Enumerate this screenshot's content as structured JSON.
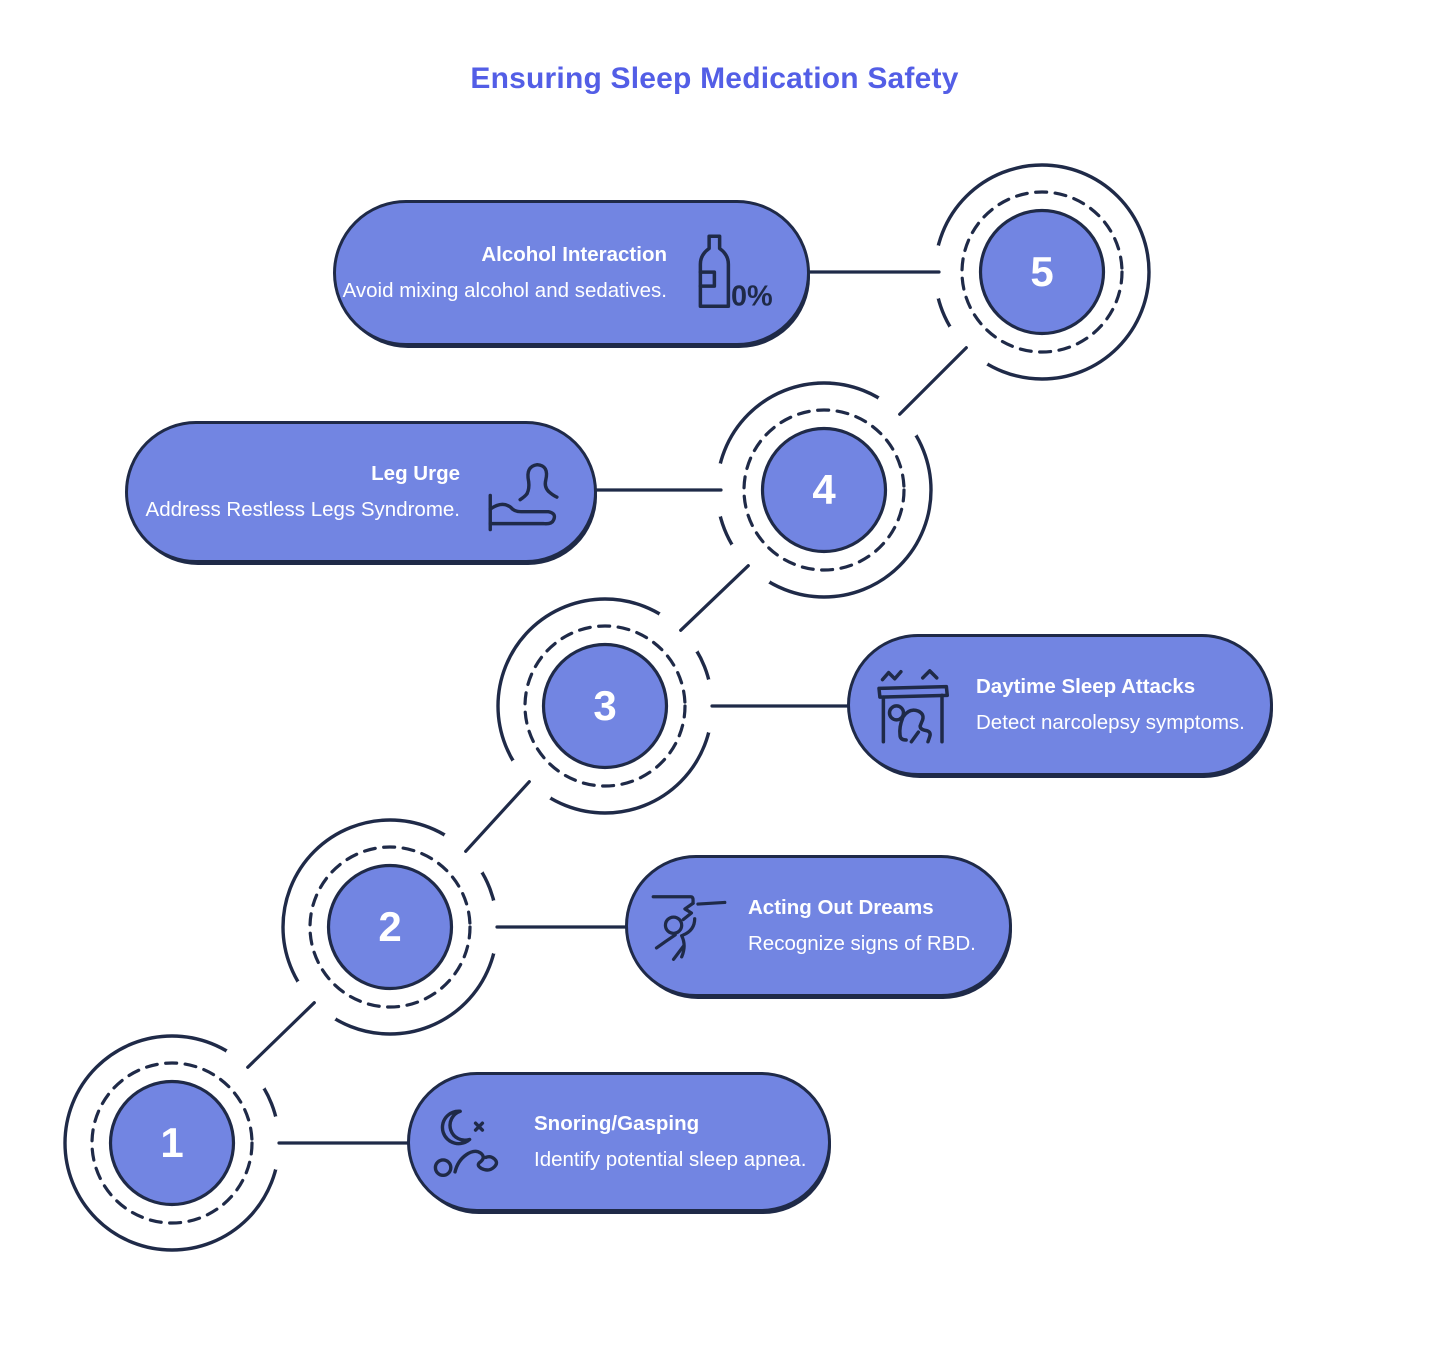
{
  "title": "Ensuring Sleep Medication Safety",
  "colors": {
    "title_text": "#535ee6",
    "pill_fill": "#7285e2",
    "outline_navy": "#1f2a48",
    "pill_text": "#ffffff",
    "background": "#ffffff"
  },
  "steps": [
    {
      "number": "1",
      "label": "Snoring/Gasping",
      "description": "Identify potential sleep apnea.",
      "icon": "moon-and-sleeping-person-icon"
    },
    {
      "number": "2",
      "label": "Acting Out Dreams",
      "description": "Recognize signs of RBD.",
      "icon": "flailing-person-icon"
    },
    {
      "number": "3",
      "label": "Daytime Sleep Attacks",
      "description": "Detect narcolepsy symptoms.",
      "icon": "person-under-table-icon"
    },
    {
      "number": "4",
      "label": "Leg Urge",
      "description": "Address Restless Legs Syndrome.",
      "icon": "person-and-bed-icon"
    },
    {
      "number": "5",
      "label": "Alcohol Interaction",
      "description": "Avoid mixing alcohol and sedatives.",
      "icon": "alcohol-bottle-zero-percent-icon",
      "icon_text": "0%"
    }
  ]
}
